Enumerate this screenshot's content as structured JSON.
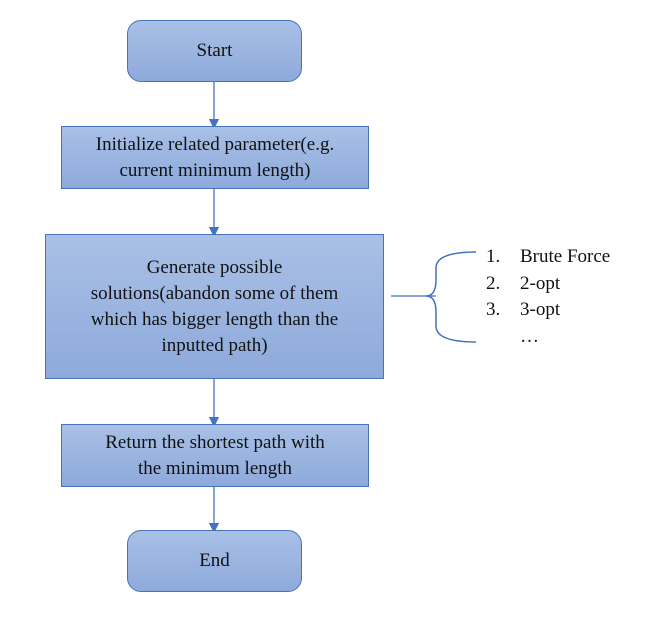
{
  "flowchart": {
    "start": "Start",
    "init": [
      "Initialize related parameter(e.g.",
      "current minimum length)"
    ],
    "generate": [
      "Generate possible",
      "solutions(abandon some of them",
      "which has bigger length than the",
      "inputted path)"
    ],
    "return": [
      "Return the shortest path with",
      "the minimum length"
    ],
    "end": "End"
  },
  "solutions": {
    "items": [
      {
        "num": "1.",
        "text": "Brute Force"
      },
      {
        "num": "2.",
        "text": "2-opt"
      },
      {
        "num": "3.",
        "text": "3-opt"
      }
    ],
    "more": "…"
  },
  "colors": {
    "box_fill": "#8eaadb",
    "box_border": "#4a72b8",
    "connector": "#4472c4"
  }
}
